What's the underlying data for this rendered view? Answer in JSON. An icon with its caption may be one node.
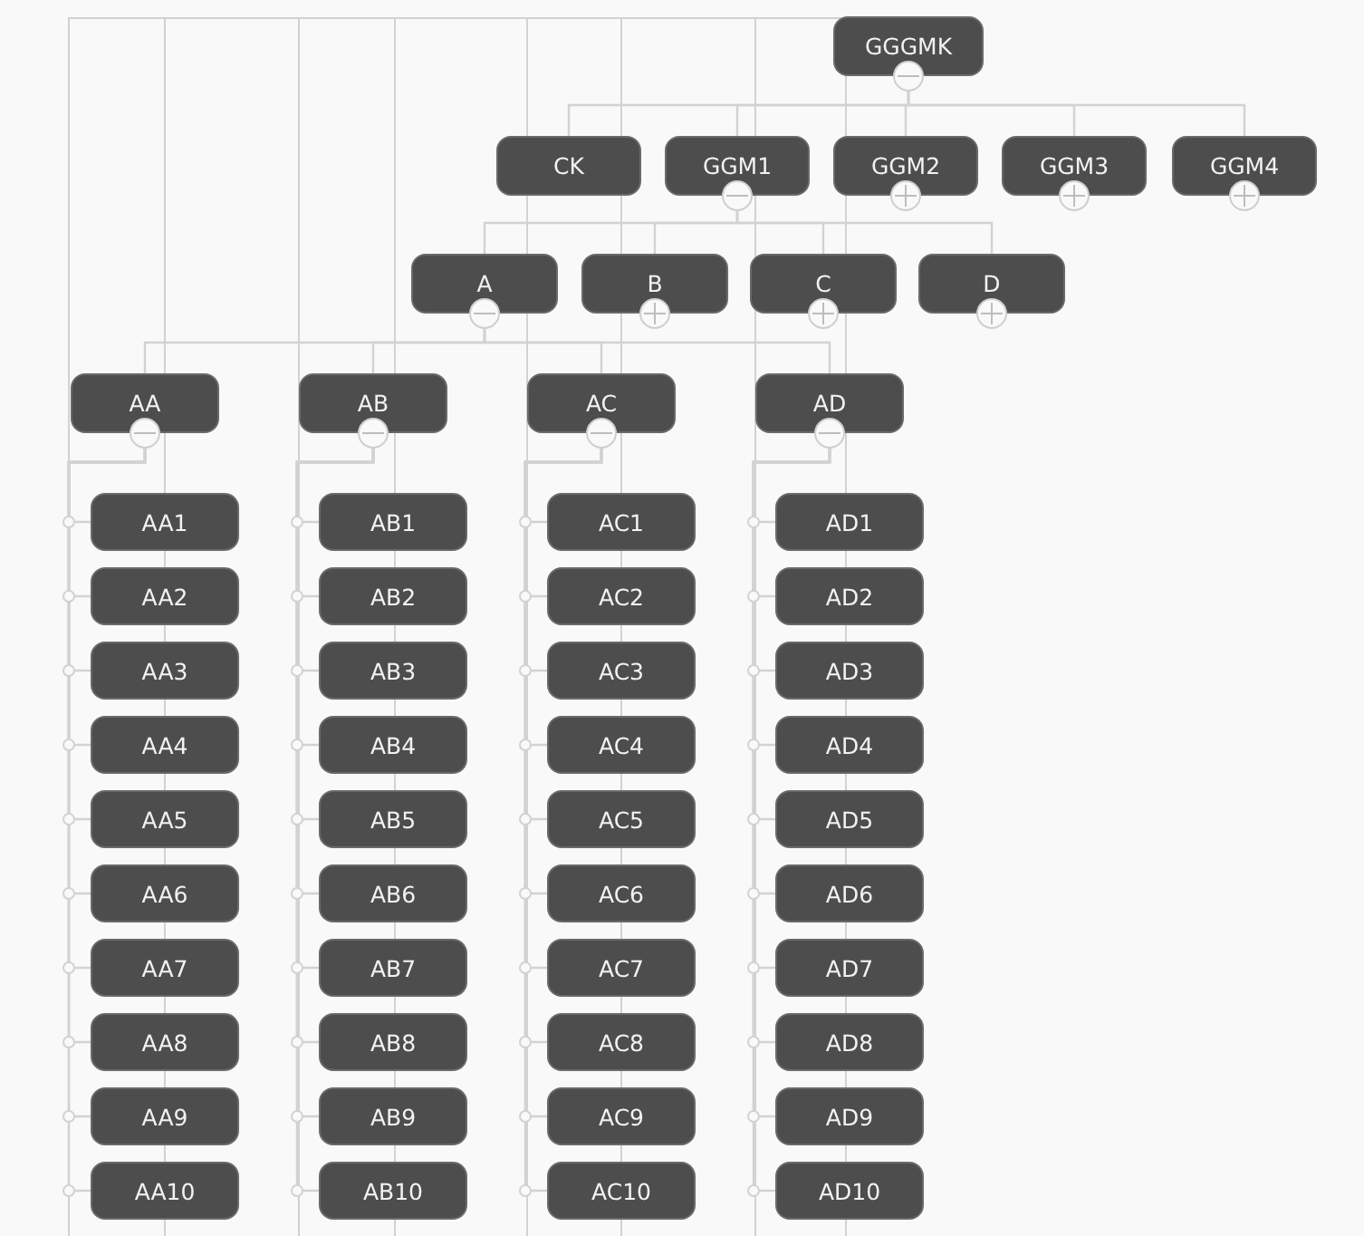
{
  "diagram": {
    "nodes": [
      {
        "text": [
          "GGGMK"
        ]
      },
      {
        "text": [
          "CK"
        ]
      },
      {
        "text": [
          "GGM1"
        ]
      },
      {
        "text": [
          "GGM2"
        ]
      },
      {
        "text": [
          "GGM3"
        ]
      },
      {
        "text": [
          "GGM4"
        ]
      },
      {
        "text": [
          "A"
        ]
      },
      {
        "text": [
          "B"
        ]
      },
      {
        "text": [
          "C"
        ]
      },
      {
        "text": [
          "D"
        ]
      },
      {
        "text": [
          "AA"
        ]
      },
      {
        "text": [
          "AB"
        ]
      },
      {
        "text": [
          "AC"
        ]
      },
      {
        "text": [
          "AD"
        ]
      },
      {
        "text": [
          "AA1"
        ]
      },
      {
        "text": [
          "AA2"
        ]
      },
      {
        "text": [
          "AA3"
        ]
      },
      {
        "text": [
          "AA4"
        ]
      },
      {
        "text": [
          "AA5"
        ]
      },
      {
        "text": [
          "AA6"
        ]
      },
      {
        "text": [
          "AA7"
        ]
      },
      {
        "text": [
          "AA8"
        ]
      },
      {
        "text": [
          "AA9"
        ]
      },
      {
        "text": [
          "AA10"
        ]
      },
      {
        "text": [
          "AB1"
        ]
      },
      {
        "text": [
          "AB2"
        ]
      },
      {
        "text": [
          "AB3"
        ]
      },
      {
        "text": [
          "AB4"
        ]
      },
      {
        "text": [
          "AB5"
        ]
      },
      {
        "text": [
          "AB6"
        ]
      },
      {
        "text": [
          "AB7"
        ]
      },
      {
        "text": [
          "AB8"
        ]
      },
      {
        "text": [
          "AB9"
        ]
      },
      {
        "text": [
          "AB10"
        ]
      },
      {
        "text": [
          "AC1"
        ]
      },
      {
        "text": [
          "AC2"
        ]
      },
      {
        "text": [
          "AC3"
        ]
      },
      {
        "text": [
          "AC4"
        ]
      },
      {
        "text": [
          "AC5"
        ]
      },
      {
        "text": [
          "AC6"
        ]
      },
      {
        "text": [
          "AC7"
        ]
      },
      {
        "text": [
          "AC8"
        ]
      },
      {
        "text": [
          "AC9"
        ]
      },
      {
        "text": [
          "AC10"
        ]
      },
      {
        "text": [
          "AD1"
        ]
      },
      {
        "text": [
          "AD2"
        ]
      },
      {
        "text": [
          "AD3"
        ]
      },
      {
        "text": [
          "AD4"
        ]
      },
      {
        "text": [
          "AD5"
        ]
      },
      {
        "text": [
          "AD6"
        ]
      },
      {
        "text": [
          "AD7"
        ]
      },
      {
        "text": [
          "AD8"
        ]
      },
      {
        "text": [
          "AD9"
        ]
      },
      {
        "text": [
          "AD10"
        ]
      }
    ],
    "edges": [
      {
        "from": 0,
        "to": 1,
        "arrow": "none"
      },
      {
        "from": 0,
        "to": 2,
        "arrow": "none"
      },
      {
        "from": 0,
        "to": 3,
        "arrow": "none"
      },
      {
        "from": 0,
        "to": 4,
        "arrow": "none"
      },
      {
        "from": 0,
        "to": 5,
        "arrow": "none"
      },
      {
        "from": 2,
        "to": 6,
        "arrow": "none"
      },
      {
        "from": 2,
        "to": 7,
        "arrow": "none"
      },
      {
        "from": 2,
        "to": 8,
        "arrow": "none"
      },
      {
        "from": 2,
        "to": 9,
        "arrow": "none"
      },
      {
        "from": 6,
        "to": 10,
        "arrow": "none"
      },
      {
        "from": 6,
        "to": 11,
        "arrow": "none"
      },
      {
        "from": 6,
        "to": 12,
        "arrow": "none"
      },
      {
        "from": 6,
        "to": 13,
        "arrow": "none"
      },
      {
        "from": 10,
        "to": 14,
        "arrow": "none"
      },
      {
        "from": 10,
        "to": 15,
        "arrow": "none"
      },
      {
        "from": 10,
        "to": 16,
        "arrow": "none"
      },
      {
        "from": 10,
        "to": 17,
        "arrow": "none"
      },
      {
        "from": 10,
        "to": 18,
        "arrow": "none"
      },
      {
        "from": 10,
        "to": 19,
        "arrow": "none"
      },
      {
        "from": 10,
        "to": 20,
        "arrow": "none"
      },
      {
        "from": 10,
        "to": 21,
        "arrow": "none"
      },
      {
        "from": 10,
        "to": 22,
        "arrow": "none"
      },
      {
        "from": 10,
        "to": 23,
        "arrow": "none"
      },
      {
        "from": 11,
        "to": 24,
        "arrow": "none"
      },
      {
        "from": 11,
        "to": 25,
        "arrow": "none"
      },
      {
        "from": 11,
        "to": 26,
        "arrow": "none"
      },
      {
        "from": 11,
        "to": 27,
        "arrow": "none"
      },
      {
        "from": 11,
        "to": 28,
        "arrow": "none"
      },
      {
        "from": 11,
        "to": 29,
        "arrow": "none"
      },
      {
        "from": 11,
        "to": 30,
        "arrow": "none"
      },
      {
        "from": 11,
        "to": 31,
        "arrow": "none"
      },
      {
        "from": 11,
        "to": 32,
        "arrow": "none"
      },
      {
        "from": 11,
        "to": 33,
        "arrow": "none"
      },
      {
        "from": 12,
        "to": 34,
        "arrow": "none"
      },
      {
        "from": 12,
        "to": 35,
        "arrow": "none"
      },
      {
        "from": 12,
        "to": 36,
        "arrow": "none"
      },
      {
        "from": 12,
        "to": 37,
        "arrow": "none"
      },
      {
        "from": 12,
        "to": 38,
        "arrow": "none"
      },
      {
        "from": 12,
        "to": 39,
        "arrow": "none"
      },
      {
        "from": 12,
        "to": 40,
        "arrow": "none"
      },
      {
        "from": 12,
        "to": 41,
        "arrow": "none"
      },
      {
        "from": 12,
        "to": 42,
        "arrow": "none"
      },
      {
        "from": 12,
        "to": 43,
        "arrow": "none"
      },
      {
        "from": 13,
        "to": 44,
        "arrow": "none"
      },
      {
        "from": 13,
        "to": 45,
        "arrow": "none"
      },
      {
        "from": 13,
        "to": 46,
        "arrow": "none"
      },
      {
        "from": 13,
        "to": 47,
        "arrow": "none"
      },
      {
        "from": 13,
        "to": 48,
        "arrow": "none"
      },
      {
        "from": 13,
        "to": 49,
        "arrow": "none"
      },
      {
        "from": 13,
        "to": 50,
        "arrow": "none"
      },
      {
        "from": 13,
        "to": 51,
        "arrow": "none"
      },
      {
        "from": 13,
        "to": 52,
        "arrow": "none"
      },
      {
        "from": 13,
        "to": 53,
        "arrow": "none"
      }
    ]
  }
}
